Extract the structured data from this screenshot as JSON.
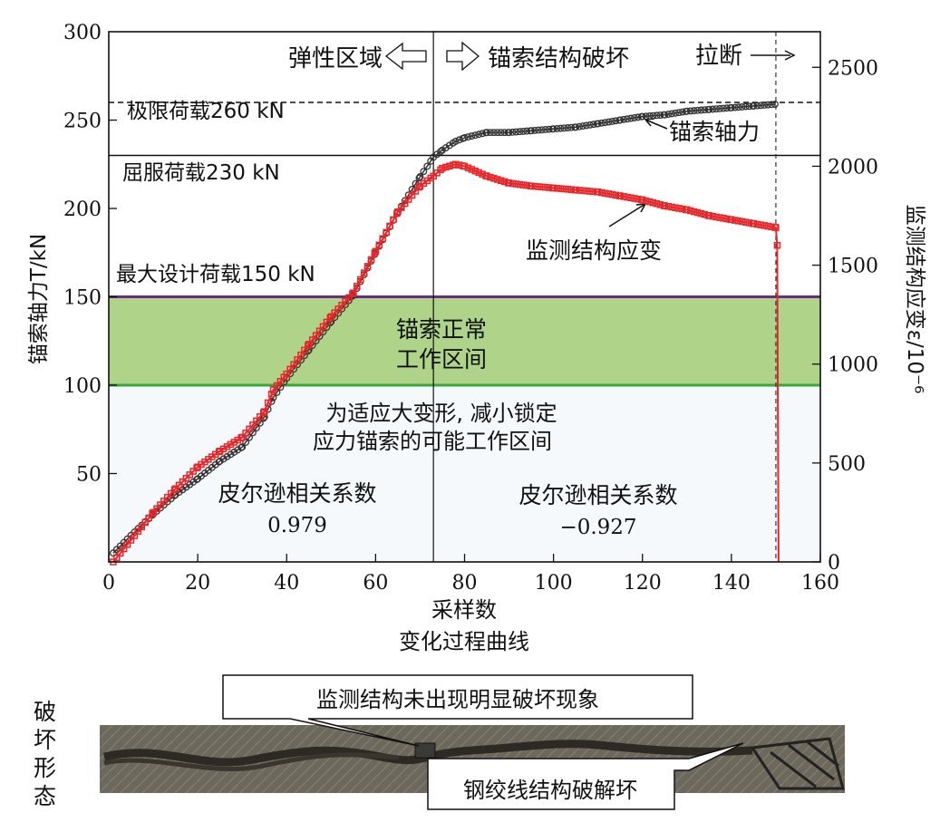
{
  "chart_data": {
    "type": "line",
    "xlabel": "采样数",
    "subtitle": "变化过程曲线",
    "ylabel_left": "锚索轴力T/kN",
    "ylabel_right": "监测结构应变ε/10⁻⁶",
    "xlim": [
      0,
      160
    ],
    "ylim_left": [
      0,
      300
    ],
    "ylim_right": [
      0,
      2680
    ],
    "x_ticks": [
      0,
      20,
      40,
      60,
      80,
      100,
      120,
      140,
      160
    ],
    "y_left_ticks": [
      50,
      100,
      150,
      200,
      250,
      300
    ],
    "y_right_ticks": [
      0,
      500,
      1000,
      1500,
      2000,
      2500
    ],
    "series": [
      {
        "name": "锚索轴力",
        "axis": "left",
        "color": "#333333",
        "marker": "circle",
        "x": [
          1,
          5,
          10,
          15,
          20,
          25,
          30,
          35,
          37,
          40,
          45,
          50,
          55,
          60,
          65,
          70,
          73,
          75,
          78,
          80,
          85,
          90,
          95,
          100,
          105,
          110,
          115,
          120,
          125,
          130,
          135,
          140,
          145,
          150
        ],
        "y": [
          5,
          15,
          27,
          38,
          47,
          57,
          65,
          82,
          93,
          104,
          120,
          136,
          151,
          175,
          198,
          218,
          229,
          233,
          238,
          240,
          243,
          243,
          244,
          245,
          246,
          248,
          250,
          252,
          253,
          255,
          256,
          257,
          258,
          259
        ]
      },
      {
        "name": "监测结构应变",
        "axis": "right",
        "color": "#e8262a",
        "marker": "square",
        "x": [
          1,
          5,
          10,
          15,
          20,
          25,
          30,
          35,
          37,
          40,
          45,
          50,
          55,
          60,
          65,
          70,
          73,
          75,
          78,
          80,
          85,
          90,
          95,
          100,
          105,
          110,
          115,
          120,
          125,
          130,
          135,
          140,
          145,
          150,
          150.3,
          150.6
        ],
        "y": [
          0,
          110,
          250,
          370,
          480,
          560,
          630,
          760,
          870,
          950,
          1100,
          1240,
          1360,
          1570,
          1770,
          1900,
          1950,
          1990,
          2010,
          2000,
          1950,
          1915,
          1900,
          1890,
          1880,
          1870,
          1850,
          1830,
          1800,
          1780,
          1750,
          1730,
          1710,
          1690,
          1600,
          0
        ]
      }
    ],
    "reference_lines": [
      {
        "label": "极限荷载260 kN",
        "value": 260,
        "style": "dashed"
      },
      {
        "label": "屈服荷载230 kN",
        "value": 230,
        "style": "solid"
      },
      {
        "label": "最大设计荷载150 kN",
        "value": 150,
        "style": "solid",
        "color": "#6b2d7e"
      }
    ],
    "bands": [
      {
        "label_line1": "锚索正常",
        "label_line2": "工作区间",
        "from": 100,
        "to": 150,
        "color": "#b0d38a"
      },
      {
        "label_line1": "为适应大变形, 减小锁定",
        "label_line2": "应力锚索的可能工作区间",
        "from": 0,
        "to": 100,
        "color": "#f6f9fb"
      }
    ],
    "vertical_lines": [
      {
        "x": 73
      },
      {
        "x": 150,
        "style": "dashed"
      }
    ],
    "annotations": {
      "elastic": "弹性区域",
      "failure": "锚索结构破坏",
      "break": "拉断",
      "force_label": "锚索轴力",
      "strain_label": "监测结构应变",
      "pearson_left_label": "皮尔逊相关系数",
      "pearson_left_value": "0.979",
      "pearson_right_label": "皮尔逊相关系数",
      "pearson_right_value": "−0.927"
    }
  },
  "photo": {
    "side_label": "破坏形态",
    "callout_top": "监测结构未出现明显破坏现象",
    "callout_bottom": "钢绞线结构破解坏"
  },
  "colors": {
    "green_band": "#b0d38a",
    "green_line": "#3aa53a",
    "purple_line": "#6b2d7e",
    "red": "#e8262a"
  }
}
